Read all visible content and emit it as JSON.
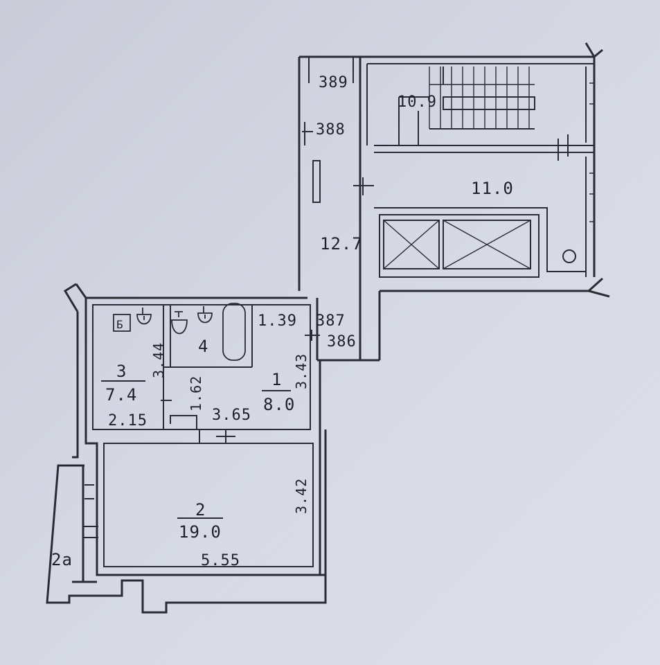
{
  "plan": {
    "dims": {
      "d389": "389",
      "d388": "388",
      "d387": "387",
      "d386": "386",
      "d139": "1.39",
      "d344": "3.44",
      "d162": "1.62",
      "d343": "3.43",
      "d365": "3.65",
      "d215": "2.15",
      "d342": "3.42",
      "d555": "5.55"
    },
    "rooms": {
      "stair_area": "10.9",
      "lift_hall_area": "11.0",
      "corridor_area": "12.7",
      "bath_no": "4",
      "hall_no": "1",
      "hall_area": "8.0",
      "kitchen_no": "3",
      "kitchen_area": "7.4",
      "living_no": "2",
      "living_area": "19.0",
      "loggia_no": "2a"
    },
    "stove_mark": "Б"
  }
}
